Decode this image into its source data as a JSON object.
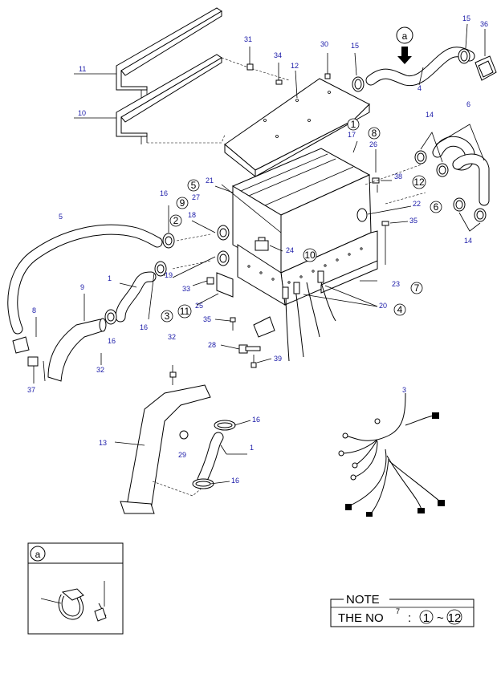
{
  "callouts": [
    {
      "id": "c31",
      "text": "31"
    },
    {
      "id": "c30",
      "text": "30"
    },
    {
      "id": "c15a",
      "text": "15"
    },
    {
      "id": "c15b",
      "text": "15"
    },
    {
      "id": "c36",
      "text": "36"
    },
    {
      "id": "c34",
      "text": "34"
    },
    {
      "id": "c12",
      "text": "12"
    },
    {
      "id": "c11",
      "text": "11"
    },
    {
      "id": "c10",
      "text": "10"
    },
    {
      "id": "c4",
      "text": "4"
    },
    {
      "id": "c14a",
      "text": "14"
    },
    {
      "id": "c6",
      "text": "6"
    },
    {
      "id": "c17",
      "text": "17"
    },
    {
      "id": "c26",
      "text": "26"
    },
    {
      "id": "c21",
      "text": "21"
    },
    {
      "id": "c27",
      "text": "27"
    },
    {
      "id": "c38",
      "text": "38"
    },
    {
      "id": "c16a",
      "text": "16"
    },
    {
      "id": "c18",
      "text": "18"
    },
    {
      "id": "c22",
      "text": "22"
    },
    {
      "id": "c35a",
      "text": "35"
    },
    {
      "id": "c14b",
      "text": "14"
    },
    {
      "id": "c5",
      "text": "5"
    },
    {
      "id": "c24",
      "text": "24"
    },
    {
      "id": "c1a",
      "text": "1"
    },
    {
      "id": "c19",
      "text": "19"
    },
    {
      "id": "c33",
      "text": "33"
    },
    {
      "id": "c23",
      "text": "23"
    },
    {
      "id": "c9",
      "text": "9"
    },
    {
      "id": "c25",
      "text": "25"
    },
    {
      "id": "c20",
      "text": "20"
    },
    {
      "id": "c8",
      "text": "8"
    },
    {
      "id": "c35b",
      "text": "35"
    },
    {
      "id": "c16b",
      "text": "16"
    },
    {
      "id": "c16c",
      "text": "16"
    },
    {
      "id": "c28",
      "text": "28"
    },
    {
      "id": "c32a",
      "text": "32"
    },
    {
      "id": "c39",
      "text": "39"
    },
    {
      "id": "c37",
      "text": "37"
    },
    {
      "id": "c32b",
      "text": "32"
    },
    {
      "id": "c3",
      "text": "3"
    },
    {
      "id": "c16d",
      "text": "16"
    },
    {
      "id": "c13",
      "text": "13"
    },
    {
      "id": "c1b",
      "text": "1"
    },
    {
      "id": "c29",
      "text": "29"
    },
    {
      "id": "c16e",
      "text": "16"
    },
    {
      "id": "c32c",
      "text": "32"
    },
    {
      "id": "c2",
      "text": "2"
    }
  ],
  "circled": [
    {
      "id": "k1",
      "text": "1"
    },
    {
      "id": "k8",
      "text": "8"
    },
    {
      "id": "k5",
      "text": "5"
    },
    {
      "id": "k9",
      "text": "9"
    },
    {
      "id": "k2",
      "text": "2"
    },
    {
      "id": "k12",
      "text": "12"
    },
    {
      "id": "k6",
      "text": "6"
    },
    {
      "id": "k10",
      "text": "10"
    },
    {
      "id": "k7",
      "text": "7"
    },
    {
      "id": "k3",
      "text": "3"
    },
    {
      "id": "k11",
      "text": "11"
    },
    {
      "id": "k4",
      "text": "4"
    }
  ],
  "view_marker": "a",
  "detail_box": {
    "marker": "a"
  },
  "note": {
    "title": "NOTE",
    "line_prefix": "THE NO",
    "superscript": "7",
    "colon": ":",
    "from": "1",
    "tilde": "~",
    "to": "12"
  }
}
